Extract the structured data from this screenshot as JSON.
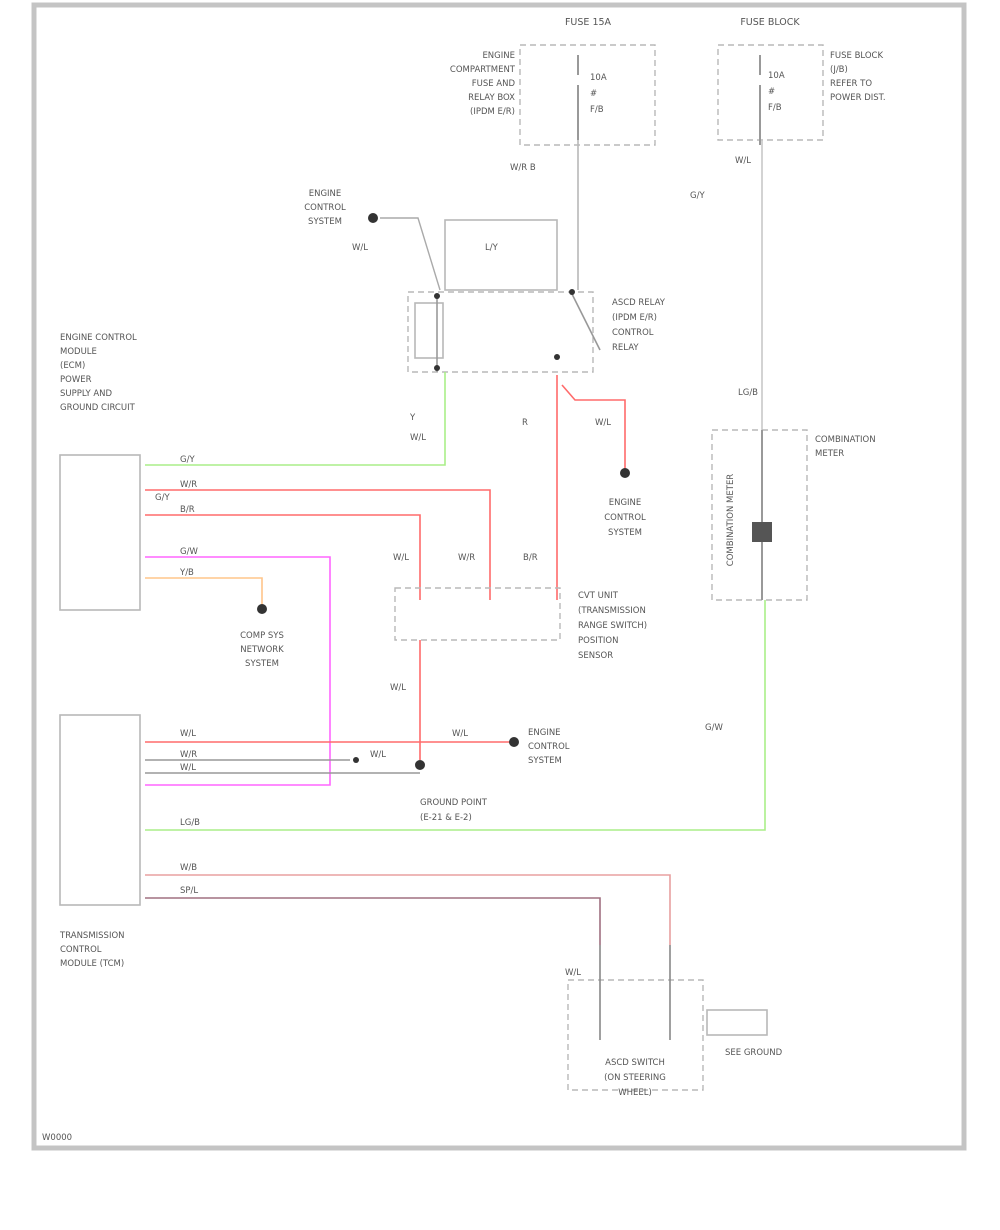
{
  "diagram": {
    "footer_code": "W0000",
    "colors": {
      "red": "#ff6b6b",
      "pink": "#ff66ff",
      "green": "#aaee88",
      "orange": "#ffc58a",
      "gray": "#999999",
      "lightgray": "#c8c8c8",
      "darkred": "#a07080"
    },
    "components": {
      "fuse_box_left": {
        "title": "FUSE 15A",
        "desc": [
          "ENGINE",
          "COMPARTMENT",
          "FUSE AND",
          "RELAY BOX",
          "(IPDM E/R)"
        ],
        "fuse": [
          "10A",
          "#",
          "F/B"
        ]
      },
      "fuse_box_right": {
        "title": "FUSE BLOCK",
        "desc": [
          "FUSE BLOCK",
          "(J/B)",
          "REFER TO",
          "POWER DIST."
        ],
        "fuse": [
          "10A",
          "#",
          "F/B"
        ]
      },
      "engine_ctrl_top": [
        "ENGINE",
        "CONTROL",
        "SYSTEM"
      ],
      "relay": [
        "ASCD RELAY",
        "(IPDM E/R)",
        "CONTROL",
        "RELAY"
      ],
      "ecm": [
        "ENGINE CONTROL",
        "MODULE",
        "(ECM)",
        "POWER",
        "SUPPLY AND",
        "GROUND CIRCUIT"
      ],
      "engine_ctrl_mid": [
        "ENGINE",
        "CONTROL",
        "SYSTEM"
      ],
      "cvt_unit": [
        "CVT UNIT",
        "(TRANSMISSION",
        "RANGE SWITCH)",
        "POSITION",
        "SENSOR"
      ],
      "combination_meter": [
        "COMBINATION",
        "METER"
      ],
      "combination_meter_inner": "COMBINATION METER",
      "comp_sys": [
        "COMP SYS",
        "NETWORK",
        "SYSTEM"
      ],
      "engine_ctrl_low": [
        "ENGINE",
        "CONTROL",
        "SYSTEM"
      ],
      "tcm": [
        "TRANSMISSION",
        "CONTROL",
        "MODULE (TCM)"
      ],
      "ground": [
        "GROUND POINT",
        "(E-21 & E-2)"
      ],
      "switch": [
        "ASCD SWITCH",
        "(ON STEERING",
        "WHEEL)"
      ],
      "ground_label": "SEE GROUND"
    },
    "wire_labels": {
      "w1": "W/R B",
      "w2": "G/Y",
      "w3": "W/L",
      "w4": "W/L",
      "w5": "L/Y",
      "w6": "W/R",
      "w7": "B/R",
      "w8": "G/Y",
      "w9": "Y",
      "w10": "W/L",
      "w11": "G/Y",
      "w12": "R",
      "w13": "W/L",
      "w14": "W/L",
      "w15": "W/R",
      "w16": "B/R",
      "w17": "LG/B",
      "w18": "G/W",
      "w19": "Y/B",
      "w20": "W/L",
      "w21": "W/L",
      "w22": "W/L",
      "w23": "W/L",
      "w24": "W/R",
      "w25": "W/L",
      "w26": "LG/B",
      "w27": "G/W",
      "w28": "W/B",
      "w29": "SP/L",
      "w30": "W/L"
    }
  }
}
